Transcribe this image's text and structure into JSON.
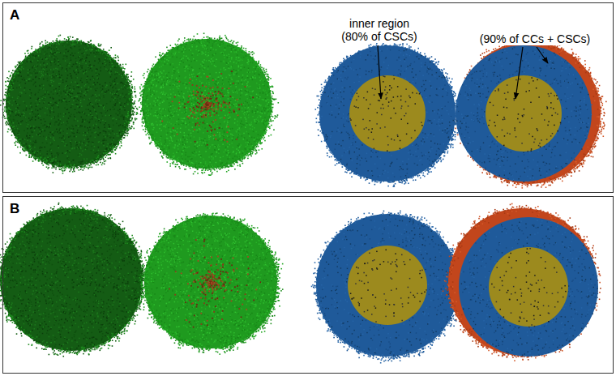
{
  "diagram": {
    "nodes": [
      {
        "text": [
          "A"
        ]
      },
      {
        "text": [
          "B"
        ]
      }
    ],
    "labels": [
      "inner region (80% of CSCs)",
      "(90% of CCs + CSCs)"
    ]
  }
}
